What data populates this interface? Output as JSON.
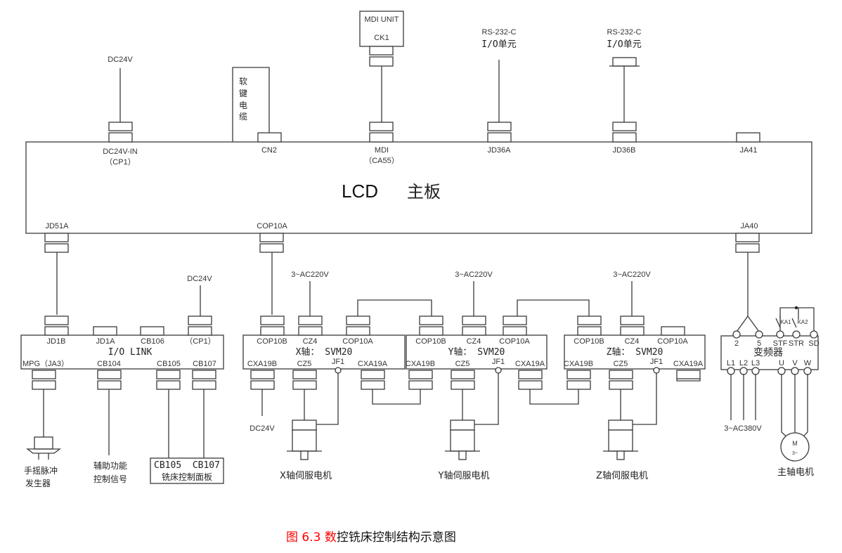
{
  "main_board": {
    "title_en": "LCD",
    "title_cn": "主板",
    "top_ports": {
      "dc24v_in": "DC24V-IN",
      "dc24v_in_sub": "（CP1）",
      "cn2": "CN2",
      "mdi": "MDI",
      "mdi_sub": "（CA55）",
      "jd36a": "JD36A",
      "jd36b": "JD36B",
      "ja41": "JA41"
    },
    "bottom_ports": {
      "jd51a": "JD51A",
      "cop10a": "COP10A",
      "ja40": "JA40"
    }
  },
  "top_devices": {
    "dc24v": "DC24V",
    "softkey_cable": [
      "软",
      "键",
      "电",
      "缆"
    ],
    "mdi_unit": "MDI UNIT",
    "mdi_ck1": "CK1",
    "rs232a_line1": "RS-232-C",
    "rs232a_line2": "I/O单元",
    "rs232b_line1": "RS-232-C",
    "rs232b_line2": "I/O单元"
  },
  "io_link": {
    "title": "I/O LINK",
    "top_ports": [
      "JD1B",
      "JD1A",
      "CB106",
      "（CP1）"
    ],
    "bottom_ports": [
      "MPG（JA3）",
      "CB104",
      "CB105",
      "CB107"
    ],
    "dc24v": "DC24V",
    "mpg_label": [
      "手摇脉冲",
      "发生器"
    ],
    "aux_label": [
      "辅助功能",
      "控制信号"
    ],
    "panel_label": [
      "CB105  CB107",
      "铣床控制面板"
    ]
  },
  "servo_axes": [
    {
      "title": "X轴： SVM20",
      "power": "3~AC220V",
      "top_ports": [
        "COP10B",
        "CZ4",
        "COP10A"
      ],
      "bottom_ports": [
        "CXA19B",
        "CZ5",
        "JF1",
        "CXA19A"
      ],
      "extra": "DC24V",
      "motor": "X轴伺服电机"
    },
    {
      "title": "Y轴： SVM20",
      "power": "3~AC220V",
      "top_ports": [
        "COP10B",
        "CZ4",
        "COP10A"
      ],
      "bottom_ports": [
        "CXA19B",
        "CZ5",
        "JF1",
        "CXA19A"
      ],
      "motor": "Y轴伺服电机"
    },
    {
      "title": "Z轴： SVM20",
      "power": "3~AC220V",
      "top_ports": [
        "COP10B",
        "CZ4",
        "COP10A"
      ],
      "bottom_ports": [
        "CXA19B",
        "CZ5",
        "JF1",
        "CXA19A"
      ],
      "motor": "Z轴伺服电机"
    }
  ],
  "inverter": {
    "title": "变频器",
    "top_terminals": [
      "2",
      "5",
      "STF",
      "STR",
      "SD"
    ],
    "bottom_terminals": [
      "L1",
      "L2",
      "L3",
      "U",
      "V",
      "W"
    ],
    "relays": [
      "KA1",
      "KA2"
    ],
    "supply": "3~AC380V",
    "motor_symbol": "M",
    "motor_phase": "3~",
    "motor_label": "主轴电机"
  },
  "caption": {
    "prefix": "图 6.3 数",
    "rest": "控铣床控制结构示意图",
    "prefix_color": "#ff0000",
    "rest_color": "#111111"
  }
}
